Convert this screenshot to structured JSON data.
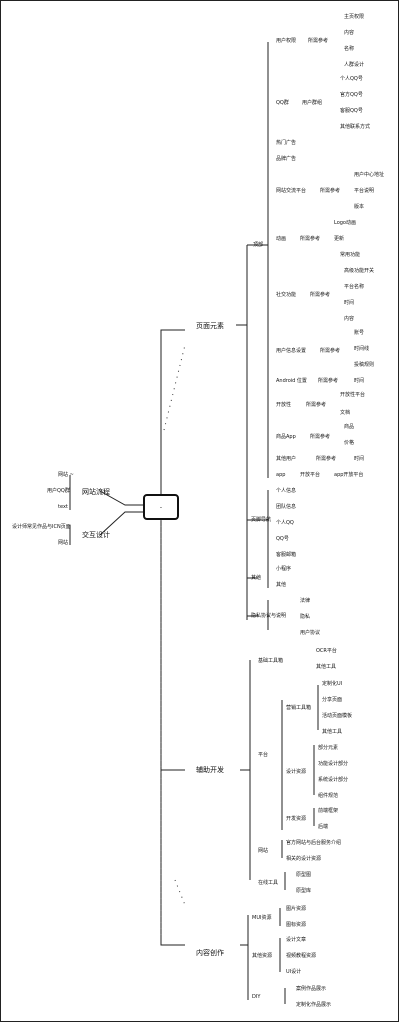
{
  "center": {
    "label": "-"
  },
  "branches": {
    "left_top": {
      "label": "网站流程"
    },
    "left_bottom": {
      "label": "交互设计"
    },
    "main1": {
      "label": "页面元素"
    },
    "main2": {
      "label": "辅助开发"
    },
    "main3": {
      "label": "内容创作"
    }
  },
  "left_items": [
    "网站 ~",
    "用户QQ群",
    "text",
    "设计师常见作品与ICN页面",
    "网站"
  ],
  "m1_sub": {
    "topnav": "顶部",
    "bottom": "页脚导航",
    "misc": "其他",
    "links": "隐私协议与说明"
  },
  "m1_nodes": [
    {
      "label": "用户权限",
      "mid": "所需参考",
      "leaves": [
        "主页权限",
        "内容",
        "名称",
        "人群设计"
      ]
    },
    {
      "label": "QQ群",
      "mid": "用户群组",
      "leaves": [
        "个人QQ号",
        "官方QQ号",
        "客服QQ号",
        "其他联系方式"
      ]
    },
    {
      "label": "热门广告"
    },
    {
      "label": "品牌广告"
    },
    {
      "label": "网站交流平台",
      "mid": "所需参考",
      "leaves": [
        "用户中心地址",
        "平台说明",
        "版本"
      ]
    },
    {
      "label": "动画",
      "mid": "所需参考",
      "leaves": [
        "Logo动画",
        "更新"
      ]
    },
    {
      "label": "社交功能",
      "mid": "所需参考",
      "leaves": [
        "常用功能",
        "高级功能开关",
        "平台名称",
        "时间",
        "内容"
      ]
    },
    {
      "label": "用户信息设置",
      "mid": "所需参考",
      "leaves": [
        "账号",
        "时间线",
        "投稿规则"
      ]
    },
    {
      "label": "Android 位置",
      "mid": "所需参考",
      "leaves": [
        "时间"
      ]
    },
    {
      "label": "开放性",
      "mid": "所需参考",
      "leaves": [
        "开放性平台",
        "文档"
      ]
    },
    {
      "label": "商品App",
      "mid": "所需参考",
      "leaves": [
        "商品",
        "价格"
      ]
    },
    {
      "label": "其他用户",
      "mid": "所需参考",
      "leaves": [
        "时间"
      ]
    },
    {
      "label": "app",
      "mid": "开放平台",
      "leaves": [
        "app开放平台"
      ]
    }
  ],
  "m1_footer": [
    "个人信息",
    "团队信息",
    "个人QQ",
    "QQ号",
    "客服邮箱"
  ],
  "m1_misc": [
    "小程序",
    "其他"
  ],
  "m1_links": [
    "法律",
    "隐私",
    "用户协议"
  ],
  "m2_nodes": [
    {
      "label": "基础工具箱",
      "leaves": [
        "OCR平台",
        "其他工具"
      ]
    },
    {
      "label": "平台",
      "groups": [
        {
          "label": "营销工具箱",
          "leaves": [
            "定制化UI",
            "分享页面",
            "活动页面模板",
            "其他工具"
          ]
        },
        {
          "label": "设计资源",
          "leaves": [
            "部分元素",
            "功能设计部分",
            "系统设计部分",
            "组件规范"
          ]
        },
        {
          "label": "开发资源",
          "leaves": [
            "前端框架",
            "后端"
          ]
        }
      ]
    },
    {
      "label": "网站",
      "leaves": [
        "官方网站与后台服务介绍",
        "相关的设计资源"
      ]
    },
    {
      "label": "在线工具",
      "leaves": [
        "原型图",
        "原型库"
      ]
    }
  ],
  "m3_nodes": [
    {
      "label": "MUI资源",
      "leaves": [
        "图片资源",
        "图标资源"
      ]
    },
    {
      "label": "其他资源",
      "leaves": [
        "设计文章",
        "视频教程资源",
        "UI设计"
      ]
    },
    {
      "label": "DIY",
      "leaves": [
        "案例作品展示",
        "定制化作品展示"
      ]
    }
  ]
}
